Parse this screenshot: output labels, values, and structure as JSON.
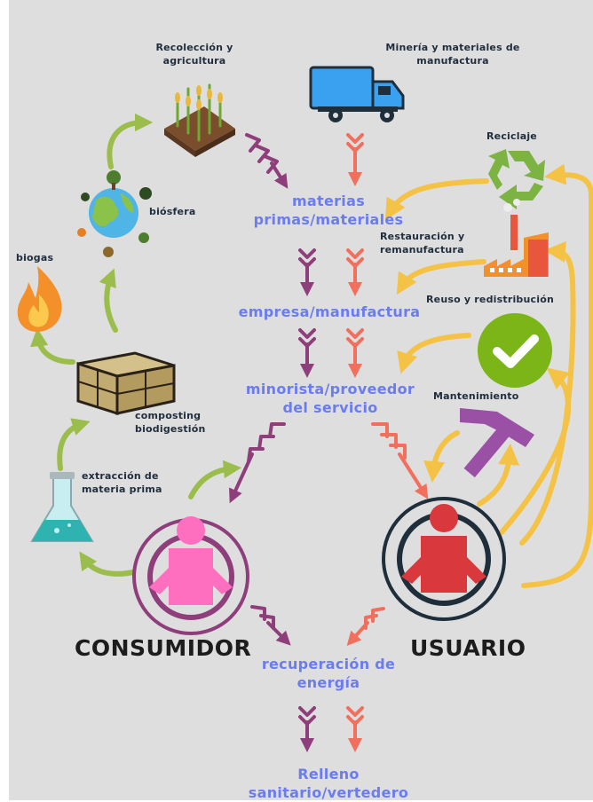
{
  "colors": {
    "background": "#dedede",
    "consumer_path": "#8e3f7b",
    "user_path": "#f26f5e",
    "technical_cycle": "#f4c245",
    "biological_cycle": "#9bbd4c",
    "flow_text": "#6b7cf0",
    "consumer_icon": "#ff6fbf",
    "user_icon": "#d9393c"
  },
  "icons": {
    "truck": "truck-icon",
    "crops": "crops-icon",
    "globe": "globe-icon",
    "flame": "flame-icon",
    "crate": "crate-icon",
    "flask": "flask-icon",
    "recycle": "recycle-icon",
    "factory": "factory-icon",
    "check": "checkmark-icon",
    "hammer": "hammer-icon"
  },
  "labels": {
    "mining": [
      "Minería y materiales de",
      "manufactura"
    ],
    "harvest": [
      "Recolección y",
      "agricultura"
    ],
    "biosphere": "biósfera",
    "biogas": "biogas",
    "composting": [
      "composting",
      "biodigestión"
    ],
    "extraction": [
      "extracción de",
      "materia prima"
    ],
    "recycling": "Reciclaje",
    "restoration": [
      "Restauración y",
      "remanufactura"
    ],
    "reuse": "Reuso y redistribución",
    "maintenance": "Mantenimiento"
  },
  "flow": {
    "raw_materials": [
      "materias",
      "primas/materiales"
    ],
    "manufacturing": "empresa/manufactura",
    "retailer": [
      "minorista/proveedor",
      "del servicio"
    ],
    "energy_recovery": [
      "recuperación de",
      "energía"
    ],
    "landfill": [
      "Relleno",
      "sanitario/vertedero"
    ]
  },
  "actors": {
    "consumer": "CONSUMIDOR",
    "user": "USUARIO"
  }
}
